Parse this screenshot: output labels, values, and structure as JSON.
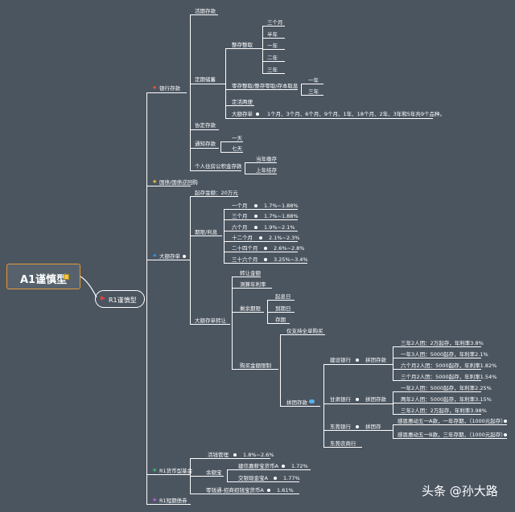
{
  "root": {
    "label": "A1谨慎型"
  },
  "r1": {
    "label": "R1谨慎型"
  },
  "bank": {
    "label": "银行存款",
    "current": "活期存款",
    "fixed": {
      "label": "定期储蓄",
      "lump": {
        "label": "整存整取",
        "terms": [
          "三个月",
          "半年",
          "一年",
          "二年",
          "三年"
        ]
      },
      "other": {
        "label": "零存整取/整存零取/存本取息",
        "terms": [
          "一年",
          "三年"
        ]
      },
      "flexible": "定活两便",
      "large": {
        "label": "大额存单",
        "desc": "1个月、3个月、6个月、9个月、1年、18个月、2年、3年和5年共9个品种。"
      }
    },
    "agreement": "协定存款",
    "notice": {
      "label": "通知存款",
      "items": [
        "一天",
        "七天"
      ]
    },
    "housing": {
      "label": "个人住房公积金存款",
      "items": [
        "当年缴存",
        "上年结存"
      ]
    }
  },
  "bonds": {
    "label": "国债/国债逆回购"
  },
  "cd": {
    "label": "大额存单",
    "minimum": "起存金额：20万元",
    "term": {
      "label": "期限/利息",
      "rows": [
        {
          "term": "一个月",
          "rate": "1.7%~1.88%"
        },
        {
          "term": "三个月",
          "rate": "1.7%~1.88%"
        },
        {
          "term": "六个月",
          "rate": "1.9%~2.1%"
        },
        {
          "term": "十二个月",
          "rate": "2.1%~2.3%"
        },
        {
          "term": "二十四个月",
          "rate": "2.6%~2.8%"
        },
        {
          "term": "三十六个月",
          "rate": "3.25%~3.4%"
        }
      ]
    },
    "transfer": {
      "label": "大额存单转让",
      "amount": "转让金额",
      "yield": "测算年利率",
      "remaining": {
        "label": "剩余期限",
        "items": [
          "起息日",
          "到期日",
          "存期"
        ]
      },
      "limit": {
        "label": "购买金额限制",
        "whole": "仅支持全单购买",
        "pooled": {
          "label": "拼团存款",
          "banks": [
            {
              "name": "建设银行",
              "type": "拼团存款",
              "items": [
                "三年2人团：2万起存，年利率3.8%",
                "一年3人团：5000起存，年利率2.1%",
                "六个月2人团：5000起存，年利率1.82%",
                "三个月2人团：5000起存，年利率1.54%"
              ]
            },
            {
              "name": "甘肃银行",
              "type": "拼团存款",
              "items": [
                "一年2人团：5000起存，年利率2.25%",
                "两年2人团：5000起存，年利率3.15%",
                "三年2人团：2万起存，年利率3.98%"
              ]
            },
            {
              "name": "东莞银行",
              "type": "拼团存",
              "items": [
                "感恩惠动五一A款，一年存期，（1000元起存）",
                "感恩惠动五一B款，三年存期，（1000元起存）"
              ]
            },
            {
              "name": "东莞农商行",
              "type": "",
              "items": []
            }
          ]
        }
      }
    }
  },
  "mmf": {
    "label": "R1货币型基金",
    "huoqian": {
      "label": "活钱管理",
      "rate": "1.8%~2.6%"
    },
    "yuebao": {
      "label": "余额宝",
      "items": [
        {
          "name": "建信嘉薪宝货币A",
          "rate": "1.72%"
        },
        {
          "name": "交银现金宝A",
          "rate": "1.77%"
        }
      ]
    },
    "zhaoshang": {
      "name": "零钱通-招商招钱宝货币A",
      "rate": "1.61%"
    }
  },
  "shortterm": {
    "label": "R1短期债券"
  },
  "watermark": "头条 @孙大路",
  "colors": {
    "background": "#4b5560",
    "line": "#ffffff",
    "accent": "#e59a3a"
  }
}
